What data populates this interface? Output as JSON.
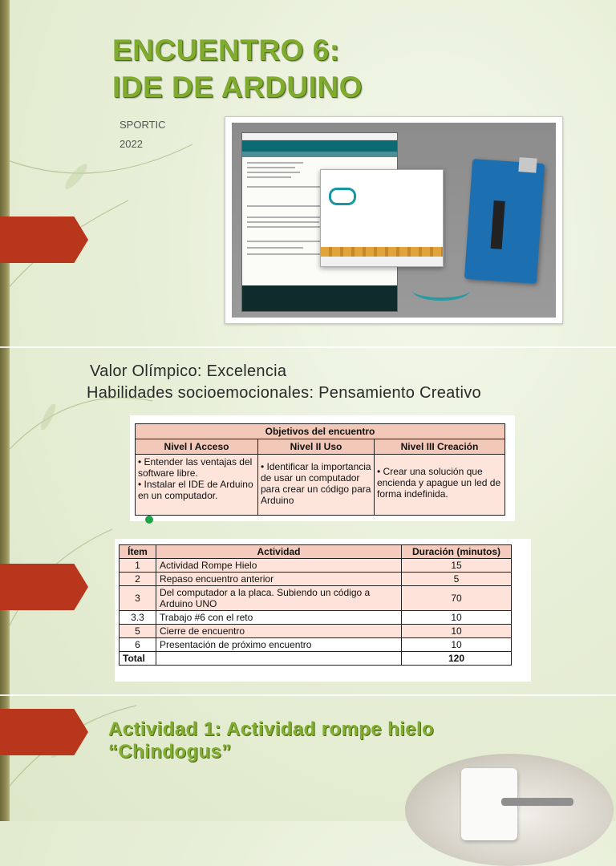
{
  "title": {
    "line1": "ENCUENTRO 6:",
    "line2": "IDE DE ARDUINO"
  },
  "meta": {
    "org": "SPORTIC",
    "year": "2022"
  },
  "values": {
    "olimpico": "Valor Olímpico: Excelencia",
    "habilidades": "Habilidades socioemocionales: Pensamiento Creativo"
  },
  "objectives": {
    "title": "Objetivos del encuentro",
    "headers": [
      "Nivel I Acceso",
      "Nivel II Uso",
      "Nivel III Creación"
    ],
    "level1": [
      "• Entender las ventajas del software libre.",
      "• Instalar el IDE de Arduino en un computador."
    ],
    "level2": "• Identificar la importancia de usar un computador para crear un código para Arduino",
    "level3": "• Crear una solución que encienda y apague un led de forma indefinida."
  },
  "activities": {
    "headers": [
      "Ítem",
      "Actividad",
      "Duración (minutos)"
    ],
    "rows": [
      {
        "item": "1",
        "activity": "Actividad Rompe Hielo",
        "duration": "15"
      },
      {
        "item": "2",
        "activity": "Repaso encuentro anterior",
        "duration": "5"
      },
      {
        "item": "3",
        "activity": "Del computador a la placa. Subiendo un código a Arduino UNO",
        "duration": "70"
      },
      {
        "item": "3.3",
        "activity": "Trabajo #6 con el reto",
        "duration": "10"
      },
      {
        "item": "5",
        "activity": "Cierre de encuentro",
        "duration": "10"
      },
      {
        "item": "6",
        "activity": "Presentación de próximo encuentro",
        "duration": "10"
      }
    ],
    "total_label": "Total",
    "total_value": "120"
  },
  "section3": {
    "line1": "Actividad 1: Actividad rompe hielo",
    "line2": "“Chindogus”"
  },
  "colors": {
    "accent_green": "#7fab2e",
    "arrow_red": "#b8361c",
    "table_header": "#f4cbbd"
  }
}
